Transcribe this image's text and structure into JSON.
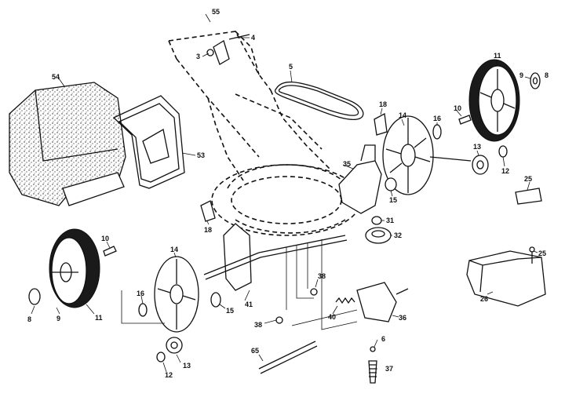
{
  "diagram": {
    "callouts": {
      "p55": "55",
      "p4": "4",
      "p3": "3",
      "p5": "5",
      "p11a": "11",
      "p9a": "9",
      "p8a": "8",
      "p10a": "10",
      "p16a": "16",
      "p18a": "18",
      "p14a": "14",
      "p13a": "13",
      "p12a": "12",
      "p35": "35",
      "p15a": "15",
      "p54": "54",
      "p53": "53",
      "p25a": "25",
      "p31": "31",
      "p32": "32",
      "p26": "26",
      "p25b": "25",
      "p18b": "18",
      "p10b": "10",
      "p14b": "14",
      "p11b": "11",
      "p9b": "9",
      "p8b": "8",
      "p16b": "16",
      "p41": "41",
      "p15b": "15",
      "p38a": "38",
      "p38b": "38",
      "p40": "40",
      "p36": "36",
      "p6": "6",
      "p37": "37",
      "p65": "65",
      "p13b": "13",
      "p12b": "12"
    }
  }
}
